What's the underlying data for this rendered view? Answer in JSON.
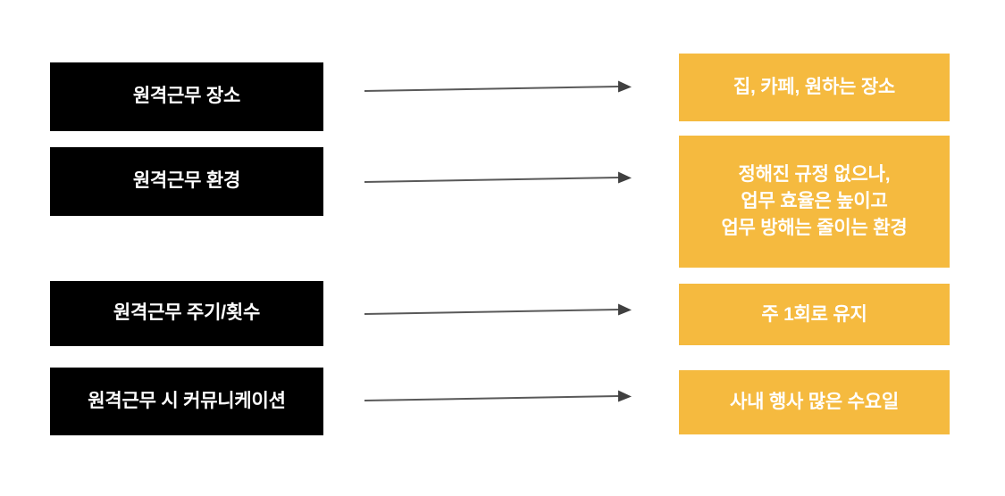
{
  "slide": {
    "background_color": "#ffffff",
    "label_box_color": "#000000",
    "label_text_color": "#ffffff",
    "value_box_color": "#f5ba3f",
    "value_text_color": "#ffffff",
    "arrow_color": "#595959"
  },
  "rows": [
    {
      "label": "원격근무 장소",
      "value_lines": [
        "집, 카페, 원하는 장소"
      ],
      "arrow": "arrow-right-icon"
    },
    {
      "label": "원격근무 환경",
      "value_lines": [
        "정해진 규정 없으나,",
        "업무 효율은 높이고",
        "업무 방해는 줄이는 환경"
      ],
      "arrow": "arrow-right-icon"
    },
    {
      "label": "원격근무 주기/횟수",
      "value_lines": [
        "주 1회로 유지"
      ],
      "arrow": "arrow-right-icon"
    },
    {
      "label": "원격근무 시 커뮤니케이션",
      "value_lines": [
        "사내 행사 많은 수요일"
      ],
      "arrow": "arrow-right-icon"
    }
  ]
}
